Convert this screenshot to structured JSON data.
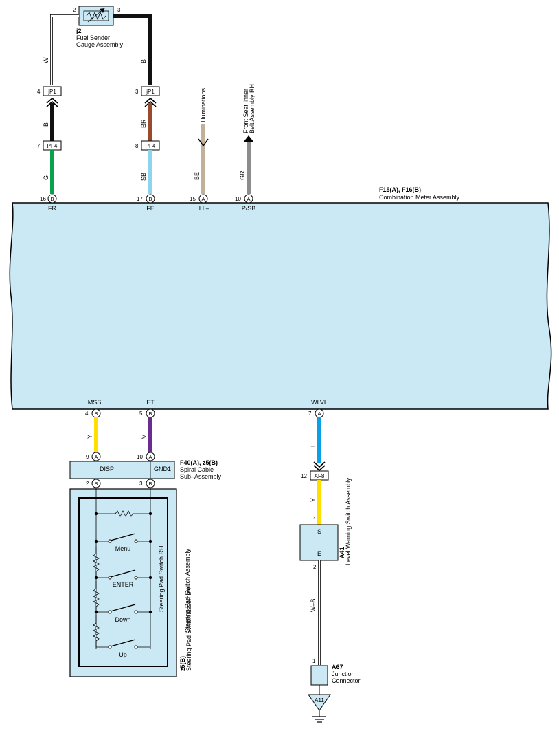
{
  "colors": {
    "panel": "#cbe9f4",
    "wire_W": "#ffffff",
    "wire_B": "#111111",
    "wire_G": "#0aa14b",
    "wire_BR": "#9a4a2c",
    "wire_SB": "#8fd4ef",
    "wire_BE": "#c2b09a",
    "wire_GR": "#8c8c8c",
    "wire_Y": "#ffdf00",
    "wire_V": "#6a2c91",
    "wire_L": "#0aa0e6",
    "wire_WB": "#ffffff"
  },
  "fuel_sender": {
    "id": "j2",
    "name_line1": "Fuel Sender",
    "name_line2": "Gauge Assembly",
    "pin_left": "2",
    "pin_right": "3"
  },
  "wires_top": {
    "w1_upper": "W",
    "w3_upper": "B",
    "w1_mid": "B",
    "w3_mid": "BR",
    "w1_low": "G",
    "w3_low": "SB",
    "ill": "BE",
    "seat": "GR"
  },
  "connectors_top": {
    "jp1_left_pin": "4",
    "jp1_left": "jP1",
    "jp1_right_pin": "3",
    "jp1_right": "jP1",
    "pf4_left_pin": "7",
    "pf4_left": "PF4",
    "pf4_right_pin": "8",
    "pf4_right": "PF4"
  },
  "destinations": {
    "illuminations": "Illuminations",
    "seat_line1": "Front Seat Inner",
    "seat_line2": "Belt Assembly RH"
  },
  "meter": {
    "id": "F15(A), F16(B)",
    "name": "Combination Meter Assembly",
    "top_pins": [
      {
        "num": "16",
        "conn": "B",
        "label": "FR"
      },
      {
        "num": "17",
        "conn": "B",
        "label": "FE"
      },
      {
        "num": "15",
        "conn": "A",
        "label": "ILL–"
      },
      {
        "num": "10",
        "conn": "A",
        "label": "P/SB"
      }
    ],
    "bottom_pins": [
      {
        "num": "4",
        "conn": "B",
        "label": "MSSL"
      },
      {
        "num": "5",
        "conn": "B",
        "label": "ET"
      },
      {
        "num": "7",
        "conn": "A",
        "label": "WLVL"
      }
    ]
  },
  "wires_bottom": {
    "mssl": "Y",
    "et": "V",
    "wlvl": "L",
    "af8_lower": "Y",
    "ground": "W–B"
  },
  "spiral": {
    "id": "F40(A), z5(B)",
    "name_line1": "Spiral Cable",
    "name_line2": "Sub–Assembly",
    "pin_top_left": "9",
    "conn_top_left": "A",
    "pin_top_right": "10",
    "conn_top_right": "A",
    "label_left": "DISP",
    "label_right": "GND1",
    "pin_bot_left": "2",
    "conn_bot_left": "B",
    "pin_bot_right": "3",
    "conn_bot_right": "B"
  },
  "steering": {
    "inner_name": "Steering Pad Switch RH",
    "outer_name": "Steering Pad Switch Assembly",
    "id": "z5(B)",
    "id_name": "Steering Pad Switch Assembly",
    "switches": [
      "Menu",
      "ENTER",
      "Down",
      "Up"
    ]
  },
  "af8": {
    "pin": "12",
    "name": "AF8"
  },
  "level_switch": {
    "id": "A41",
    "name": "Level Warning Switch Assembly",
    "pin_top": "1",
    "term_top": "S",
    "term_bot": "E",
    "pin_bot": "2"
  },
  "junction": {
    "id": "A67",
    "name_line1": "Junction",
    "name_line2": "Connector",
    "pin": "1"
  },
  "ground": {
    "label": "A11"
  }
}
